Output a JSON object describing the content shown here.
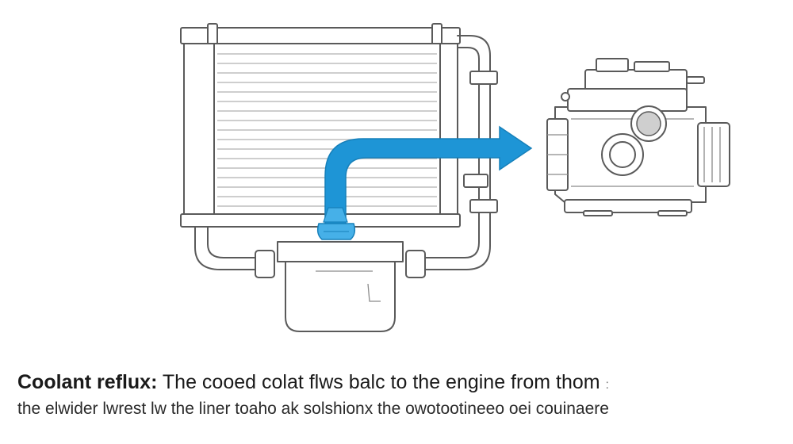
{
  "caption": {
    "label": "Coolant reflux:",
    "text": " The cooed colat flws balc to the engine from thom",
    "trailing_mark": ":",
    "line2": "the elwider lwrest lw the liner toaho ak solshionx the owotootineeo oei couinaere"
  },
  "colors": {
    "outline": "#5a5a5a",
    "fin": "#bdbdbd",
    "coolant_flow": "#1e95d6",
    "coolant_cap": "#46b0e8",
    "engine_port": "#cfcfcf"
  },
  "icons": {
    "radiator": "radiator-icon",
    "engine": "engine-block-icon",
    "reservoir": "coolant-reservoir-icon",
    "flow_arrow": "arrow-right-icon"
  }
}
